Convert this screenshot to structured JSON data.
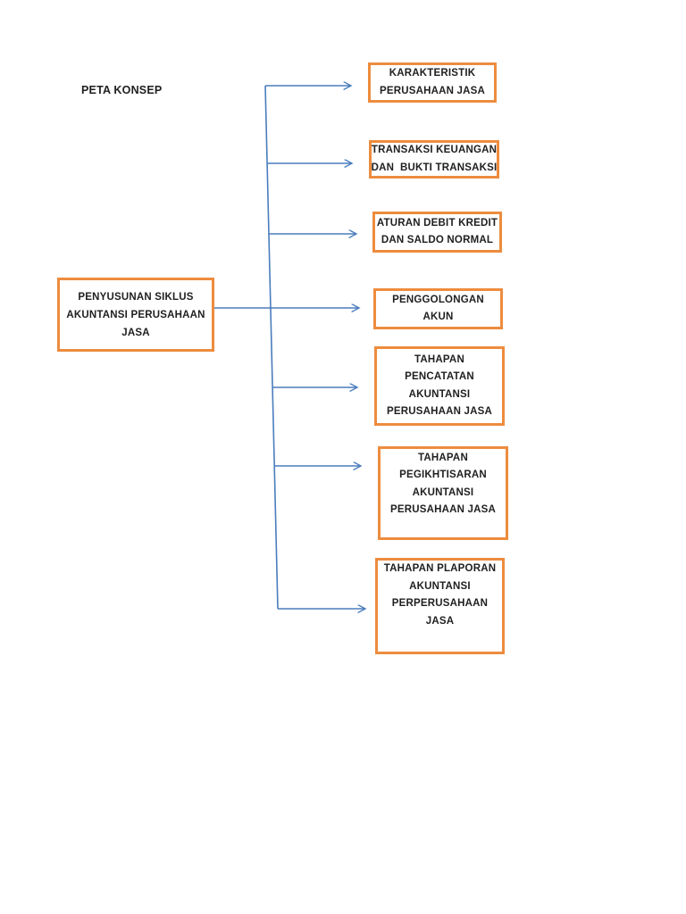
{
  "page_title": "PETA KONSEP",
  "colors": {
    "box_border": "#ed8c3e",
    "connector_blue": "#4a7dbd",
    "text": "#1f1f1f",
    "background": "#ffffff"
  },
  "diagram": {
    "root_node": {
      "lines": [
        "PENYUSUNAN SIKLUS",
        "AKUNTANSI PERUSAHAAN",
        "JASA"
      ]
    },
    "nodes": [
      {
        "lines": [
          "KARAKTERISTIK",
          "PERUSAHAAN JASA"
        ]
      },
      {
        "lines": [
          "TRANSAKSI KEUANGAN",
          "DAN  BUKTI TRANSAKSI"
        ]
      },
      {
        "lines": [
          "ATURAN DEBIT KREDIT",
          "DAN SALDO NORMAL"
        ]
      },
      {
        "lines": [
          "PENGGOLONGAN",
          "AKUN"
        ]
      },
      {
        "lines": [
          "TAHAPAN",
          "PENCATATAN",
          "AKUNTANSI",
          "PERUSAHAAN JASA"
        ]
      },
      {
        "lines": [
          "TAHAPAN",
          "PEGIKHTISARAN",
          "AKUNTANSI",
          "PERUSAHAAN JASA"
        ]
      },
      {
        "lines": [
          "TAHAPAN PLAPORAN",
          "AKUNTANSI",
          "PERPERUSAHAAN",
          "JASA"
        ]
      }
    ]
  }
}
